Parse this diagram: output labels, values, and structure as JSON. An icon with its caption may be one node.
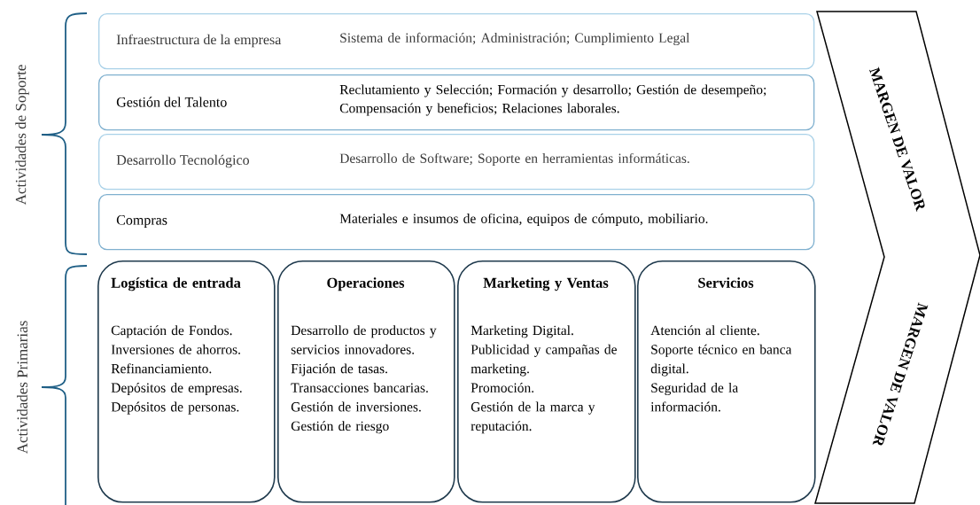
{
  "diagram": {
    "nodes": [
      {
        "text": [
          "Infraestructura de la empresa",
          "Sistema de información; Administración; Cumplimiento Legal"
        ]
      },
      {
        "text": [
          "Gestión del Talento",
          "Reclutamiento y Selección; Formación y desarrollo; Gestión de desempeño; Compensación y beneficios; Relaciones laborales."
        ]
      },
      {
        "text": [
          "Desarrollo Tecnológico",
          "Desarrollo de Software; Soporte en herramientas informáticas."
        ]
      },
      {
        "text": [
          "Compras",
          "Materiales e insumos de oficina, equipos de cómputo, mobiliario."
        ]
      },
      {
        "text": [
          "Logística de entrada",
          "Captación de Fondos.",
          "Inversiones de ahorros.",
          "Refinanciamiento.",
          "Depósitos de empresas.",
          "Depósitos de personas."
        ]
      },
      {
        "text": [
          "Operaciones",
          "Desarrollo de productos y servicios innovadores.",
          "Fijación de tasas.",
          "Transacciones bancarias.",
          "Gestión de inversiones.",
          "Gestión de riesgo"
        ]
      },
      {
        "text": [
          "Marketing y Ventas",
          "Marketing Digital.",
          "Publicidad y campañas de marketing.",
          "Promoción.",
          "Gestión de la marca y reputación."
        ]
      },
      {
        "text": [
          "Servicios",
          "Atención al cliente.",
          "Soporte técnico en banca digital.",
          "Seguridad de la información."
        ]
      },
      {
        "text": [
          "MARGEN DE VALOR",
          "MARGEN DE VALOR"
        ]
      }
    ],
    "labels": [
      "Actividades de Soporte",
      "Actividades Primarias"
    ]
  }
}
